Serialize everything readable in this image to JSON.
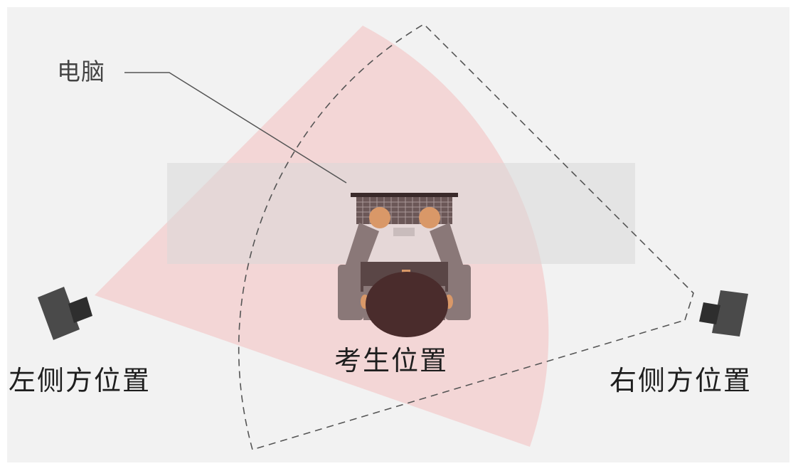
{
  "diagram": {
    "labels": {
      "computer": "电脑",
      "candidate_position": "考生位置",
      "left_side_position": "左侧方位置",
      "right_side_position": "右侧方位置"
    },
    "icons": {
      "left_camera": "camera-icon",
      "right_camera": "camera-icon",
      "candidate": "person-at-desk-icon",
      "computer": "laptop-keyboard-icon"
    },
    "colors": {
      "background": "#f2f2f2",
      "camera_view_fill": "#f3d3d3",
      "desk_band": "#d9d9d9",
      "dashed_outline": "#555555",
      "camera_body": "#4a4a4a",
      "head": "#4a2c2c",
      "hands": "#d99868",
      "arms": "#8a7878"
    }
  }
}
